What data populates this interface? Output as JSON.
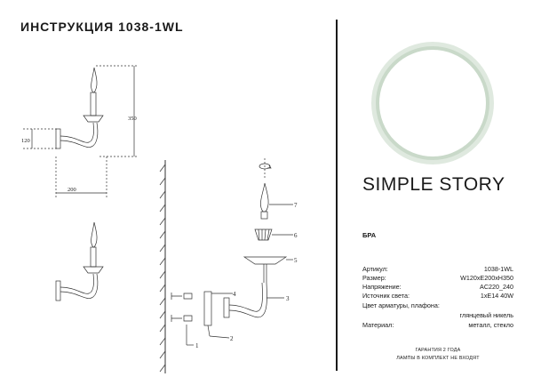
{
  "header": {
    "title": "ИНСТРУКЦИЯ 1038-1WL"
  },
  "brand": {
    "part1": "SIMPLE",
    "part2": "STORY"
  },
  "colors": {
    "circle": "#c8dcc8",
    "circle_bg": "#eef3ee"
  },
  "dimensions": {
    "height": "350",
    "depth": "120",
    "width": "200"
  },
  "part_numbers": [
    "1",
    "2",
    "3",
    "4",
    "5",
    "6",
    "7"
  ],
  "product_type": "БРА",
  "specs": [
    {
      "label": "Артикул:",
      "value": "1038-1WL"
    },
    {
      "label": "Размер:",
      "value": "W120xE200xH350"
    },
    {
      "label": "Напряжение:",
      "value": "AC220_240"
    },
    {
      "label": "Источник света:",
      "value": "1xE14 40W"
    },
    {
      "label": "Цвет арматуры, плафона:",
      "value": ""
    },
    {
      "label": "",
      "value": "глянцевый никель"
    },
    {
      "label": "Материал:",
      "value": "металл,  стекло"
    }
  ],
  "footer": {
    "line1": "ГАРАНТИЯ 2 ГОДА",
    "line2": "ЛАМПЫ В КОМПЛЕКТ НЕ ВХОДЯТ"
  }
}
